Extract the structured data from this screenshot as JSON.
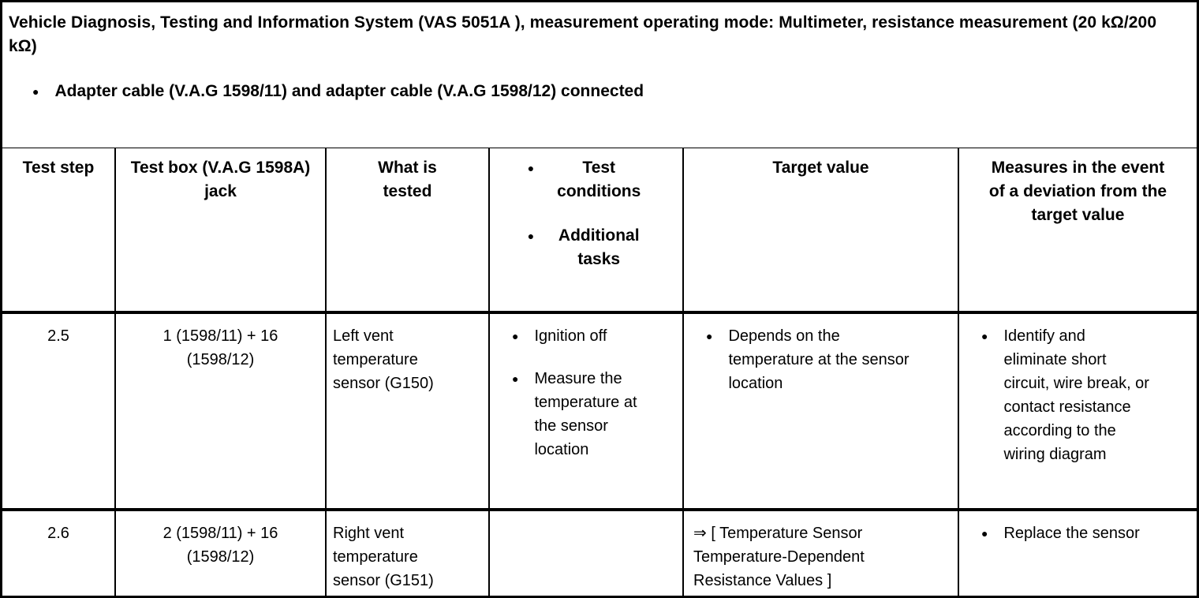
{
  "colors": {
    "text": "#000000",
    "background": "#ffffff",
    "border": "#000000"
  },
  "intro": {
    "title": "Vehicle Diagnosis, Testing and Information System (VAS 5051A ), measurement operating mode: Multimeter, resistance measurement (20 kΩ/200 kΩ)",
    "bullets": [
      "Adapter cable (V.A.G 1598/11) and adapter cable (V.A.G 1598/12) connected"
    ]
  },
  "table": {
    "headers": {
      "test_step": "Test step",
      "test_box_jack": "Test box (V.A.G 1598A) jack",
      "what_is_tested": "What is tested",
      "conditions_items": [
        "Test conditions",
        "Additional tasks"
      ],
      "target_value": "Target value",
      "measures": "Measures in the event of a deviation from the target value"
    },
    "rows": [
      {
        "step": "2.5",
        "jack": "1 (1598/11) + 16 (1598/12)",
        "tested": "Left vent temperature sensor (G150)",
        "conditions_items": [
          "Ignition off",
          "Measure the temperature at the sensor location"
        ],
        "target_items": [
          "Depends on the temperature at the sensor location"
        ],
        "measures_items": [
          "Identify and eliminate short circuit, wire break, or contact resistance according to the wiring diagram"
        ]
      },
      {
        "step": "2.6",
        "jack": "2 (1598/11) + 16 (1598/12)",
        "tested": "Right vent temperature sensor (G151)",
        "conditions_items": [],
        "target_reference": "⇒ [ Temperature Sensor Temperature-Dependent Resistance Values ]",
        "measures_items": [
          "Replace the sensor"
        ]
      }
    ]
  }
}
